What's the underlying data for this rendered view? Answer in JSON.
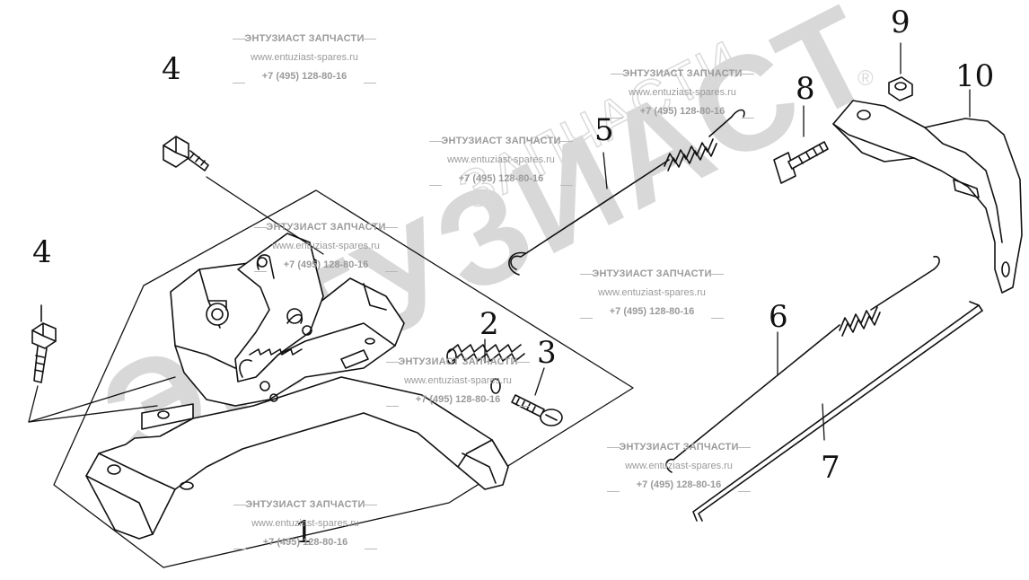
{
  "watermark": {
    "big_text": "ЭНТУЗИАСТ",
    "small_text": "ЗАПЧАСТИ",
    "registered": "®"
  },
  "stamp": {
    "title": "ЭНТУЗИАСТ ЗАПЧАСТИ",
    "url": "www.entuziast-spares.ru",
    "phone": "+7 (495) 128-80-16"
  },
  "callouts": [
    "1",
    "2",
    "3",
    "4",
    "4",
    "5",
    "6",
    "7",
    "8",
    "9",
    "10"
  ],
  "colors": {
    "line": "#111111",
    "watermark": "#cfcfcf",
    "stamp_text": "#9a9a9a"
  }
}
